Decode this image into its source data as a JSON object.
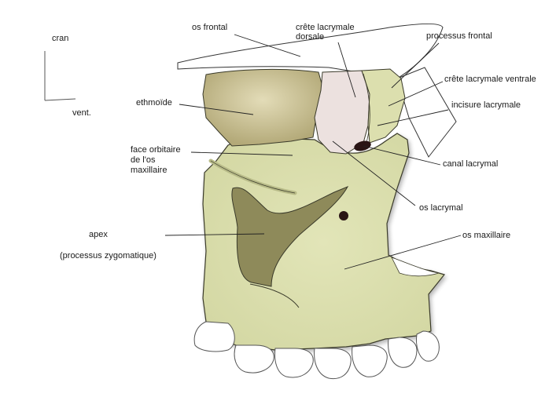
{
  "orientation": {
    "dorsal_label": "cran",
    "ventral_label": "vent."
  },
  "labels": {
    "os_frontal": "os frontal",
    "crete_lacrymale_dorsale_1": "crête lacrymale",
    "crete_lacrymale_dorsale_2": "dorsale",
    "processus_frontal": "processus frontal",
    "crete_lacrymale_ventrale": "crête lacrymale ventrale",
    "incisure_lacrymale": "incisure lacrymale",
    "ethmoide": "ethmoïde",
    "face_orbitaire_1": "face orbitaire",
    "face_orbitaire_2": "de l'os",
    "face_orbitaire_3": "maxillaire",
    "canal_lacrymal": "canal lacrymal",
    "os_lacrymal": "os lacrymal",
    "apex": "apex",
    "processus_zygomatique": "(processus zygomatique)",
    "os_maxillaire": "os maxillaire"
  },
  "colors": {
    "maxilla": "#dcdfae",
    "ethmoid": "#b7ad7d",
    "zygomatic": "#8e8a5a",
    "lacrimal": "#ece1df",
    "teeth": "#ffffff",
    "outline": "#3a3a2a",
    "leader": "#222222"
  }
}
